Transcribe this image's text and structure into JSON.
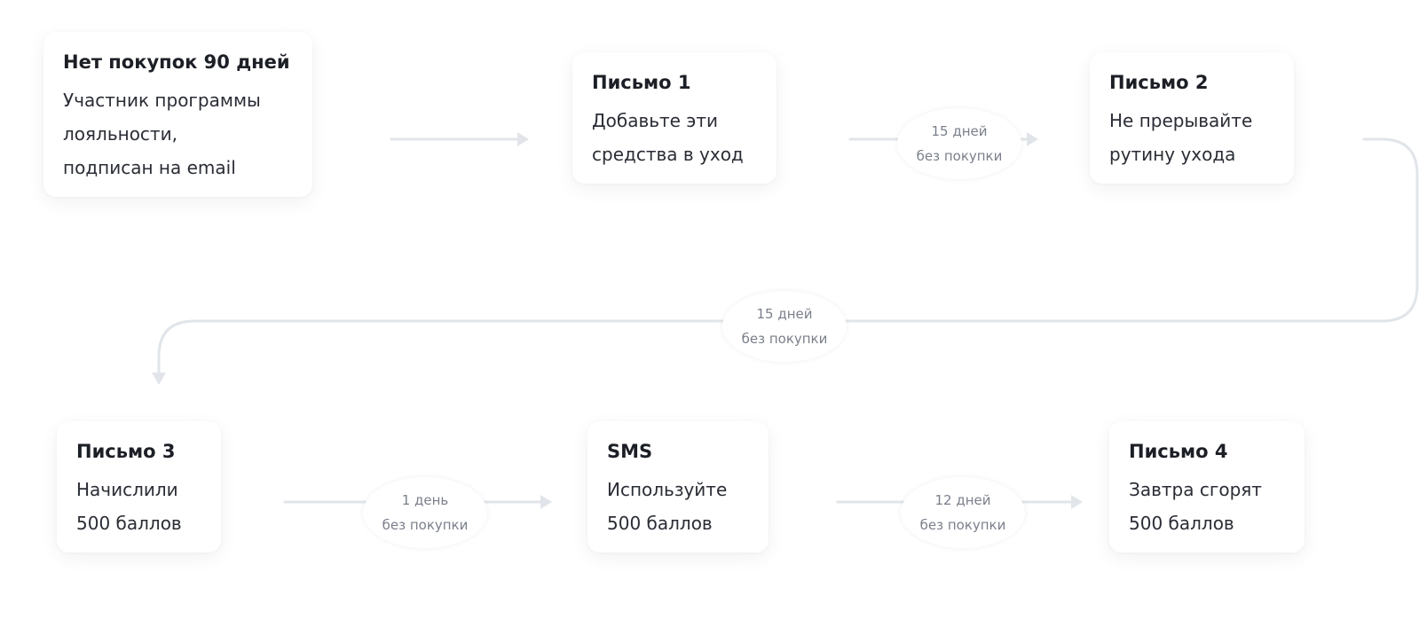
{
  "colors": {
    "connector": "#e1e5ea",
    "card_background": "#ffffff",
    "title_text": "#1c1f26",
    "body_text": "#2a2d35",
    "label_text": "#7a7f8a"
  },
  "nodes": [
    {
      "title": "Нет покупок 90 дней",
      "lines": [
        "Участник программы",
        "лояльности,",
        "подписан на email"
      ]
    },
    {
      "title": "Письмо 1",
      "lines": [
        "Добавьте эти",
        "средства в уход"
      ]
    },
    {
      "title": "Письмо 2",
      "lines": [
        "Не прерывайте",
        "рутину ухода"
      ]
    },
    {
      "title": "Письмо 3",
      "lines": [
        "Начислили",
        "500 баллов"
      ]
    },
    {
      "title": "SMS",
      "lines": [
        "Используйте",
        "500 баллов"
      ]
    },
    {
      "title": "Письмо 4",
      "lines": [
        "Завтра сгорят",
        "500 баллов"
      ]
    }
  ],
  "edges": [
    {
      "from": "Нет покупок 90 дней",
      "to": "Письмо 1",
      "label": []
    },
    {
      "from": "Письмо 1",
      "to": "Письмо 2",
      "label": [
        "15 дней",
        "без покупки"
      ]
    },
    {
      "from": "Письмо 2",
      "to": "Письмо 3",
      "label": [
        "15 дней",
        "без покупки"
      ]
    },
    {
      "from": "Письмо 3",
      "to": "SMS",
      "label": [
        "1 день",
        "без покупки"
      ]
    },
    {
      "from": "SMS",
      "to": "Письмо 4",
      "label": [
        "12 дней",
        "без покупки"
      ]
    }
  ]
}
